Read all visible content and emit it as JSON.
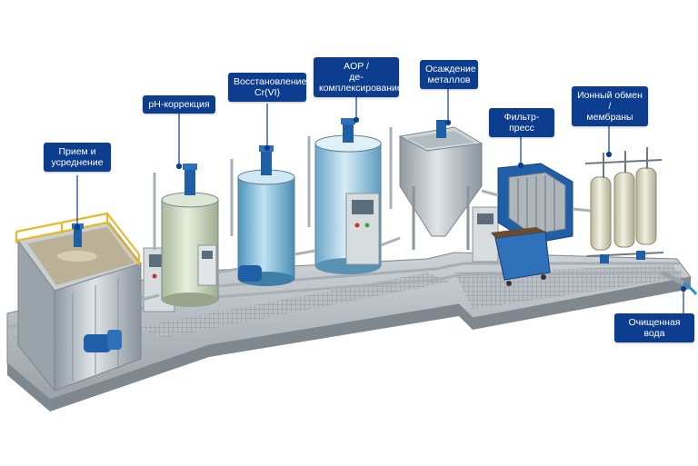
{
  "labels": {
    "intake": "Прием и\nусреднение",
    "ph": "pH-коррекция",
    "cr": "Восстановление\nCr(VI)",
    "aop": "AOP /\nде-комплексирование",
    "metals": "Осаждение\nметаллов",
    "filter": "Фильтр-пресс",
    "ion": "Ионный обмен /\nмембраны",
    "clean": "Очищенная вода"
  },
  "colors": {
    "callout_bg": "#0d3d8f",
    "callout_line": "#0d3d8f",
    "tank_steel": "#b9c2c9",
    "tank_glass_green": "#cfdcc4",
    "tank_glass_blue": "#8fc5e0",
    "pump_blue": "#1e5fa8",
    "railing_yellow": "#e9b92b",
    "water_outlet": "#2a8fd8"
  }
}
